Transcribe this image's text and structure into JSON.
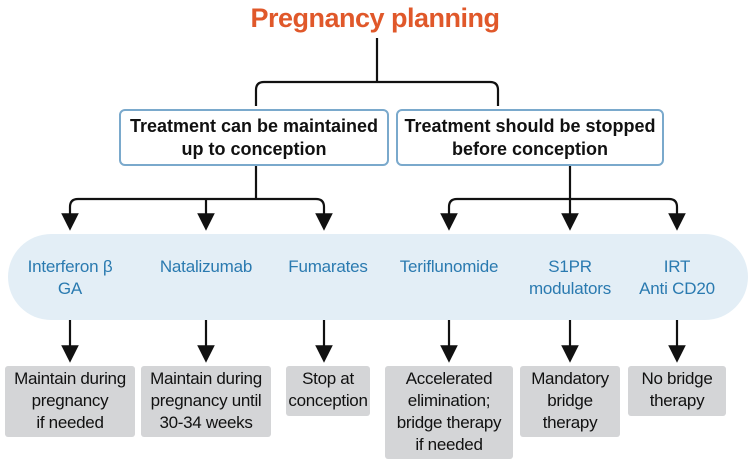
{
  "title": "Pregnancy planning",
  "colors": {
    "title": "#e0582a",
    "drug_text": "#2a7ab0",
    "box_border": "#7aa9cc",
    "band": "#e3eef6",
    "outcome_bg": "#d4d5d7",
    "line": "#111111"
  },
  "categories": [
    {
      "label": "Treatment can be maintained\nup to conception"
    },
    {
      "label": "Treatment should be stopped\nbefore conception"
    }
  ],
  "drugs": [
    {
      "label": "Interferon β\nGA",
      "outcome": "Maintain during\npregnancy\nif needed"
    },
    {
      "label": "Natalizumab",
      "outcome": "Maintain during\npregnancy until\n30-34 weeks"
    },
    {
      "label": "Fumarates",
      "outcome": "Stop at\nconception"
    },
    {
      "label": "Teriflunomide",
      "outcome": "Accelerated\nelimination;\nbridge therapy\nif needed"
    },
    {
      "label": "S1PR\nmodulators",
      "outcome": "Mandatory\nbridge\ntherapy"
    },
    {
      "label": "IRT\nAnti CD20",
      "outcome": "No bridge\ntherapy"
    }
  ]
}
